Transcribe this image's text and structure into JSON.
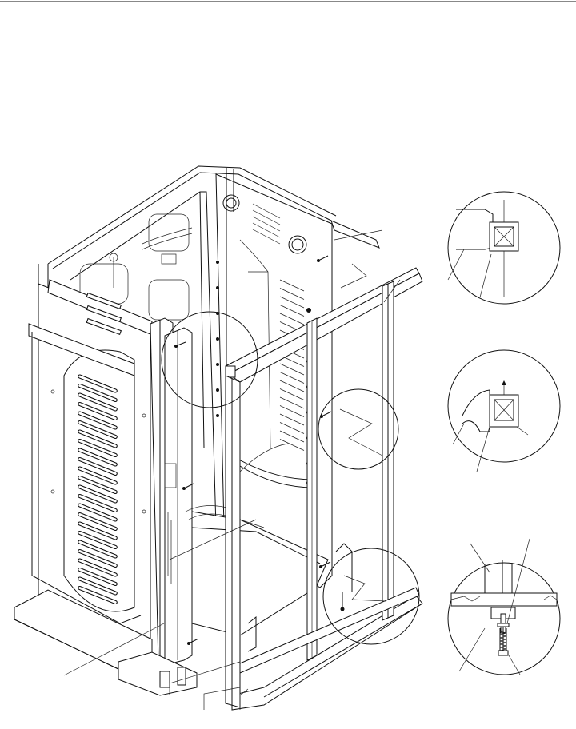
{
  "page": {
    "colors": {
      "ink": "#111111",
      "paper": "#ffffff"
    }
  },
  "figure": {
    "description_icons": [
      "cabinet-assembly",
      "detail-circle-top",
      "detail-circle-middle",
      "detail-circle-bottom"
    ]
  }
}
